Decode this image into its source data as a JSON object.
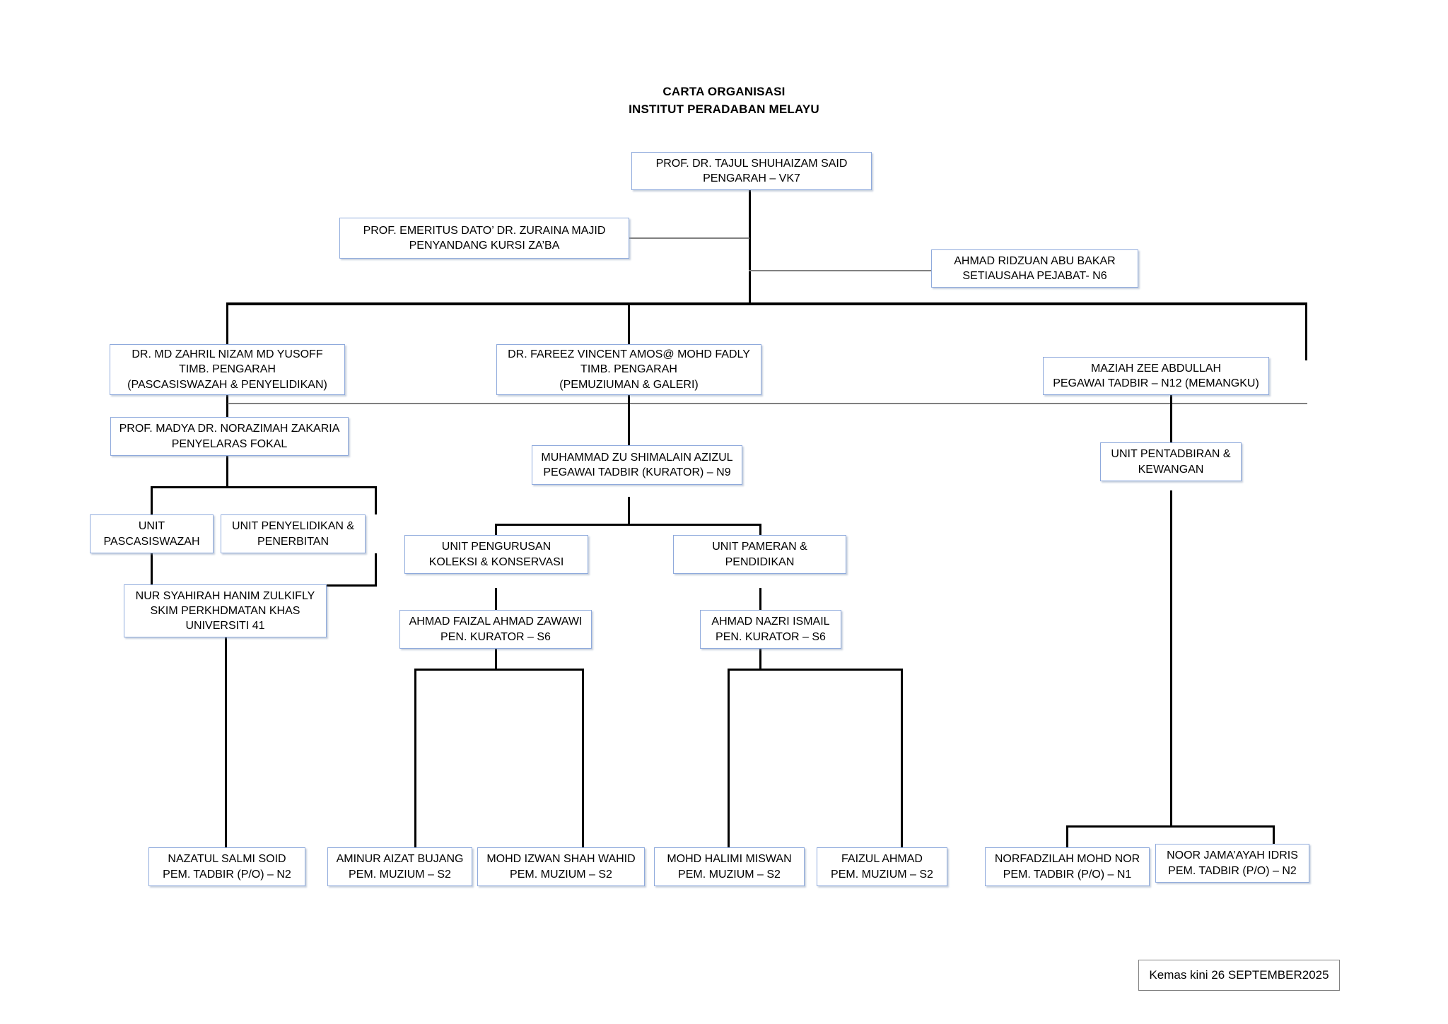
{
  "title": {
    "line1": "CARTA ORGANISASI",
    "line2": "INSTITUT PERADABAN MELAYU"
  },
  "nodes": {
    "director": {
      "name": "PROF. DR. TAJUL SHUHAIZAM SAID",
      "position": "PENGARAH – VK7"
    },
    "chair_zaba": {
      "name": "PROF. EMERITUS DATO’ DR. ZURAINA MAJID",
      "position": "PENYANDANG KURSI ZA’BA"
    },
    "office_secretary": {
      "name": "AHMAD RIDZUAN ABU BAKAR",
      "position": "SETIAUSAHA PEJABAT- N6"
    },
    "deputy_postgrad": {
      "name": "DR. MD ZAHRIL NIZAM MD YUSOFF",
      "position": "TIMB. PENGARAH",
      "scope": "(PASCASISWAZAH & PENYELIDIKAN)"
    },
    "deputy_museum": {
      "name": "DR. FAREEZ VINCENT AMOS@ MOHD FADLY",
      "position": "TIMB. PENGARAH",
      "scope": "(PEMUZIUMAN & GALERI)"
    },
    "admin_officer": {
      "name": "MAZIAH ZEE ABDULLAH",
      "position": "PEGAWAI TADBIR – N12 (MEMANGKU)"
    },
    "focal_coordinator": {
      "name": "PROF. MADYA DR. NORAZIMAH ZAKARIA",
      "position": "PENYELARAS FOKAL"
    },
    "unit_postgrad": {
      "line1": "UNIT",
      "line2": "PASCASISWAZAH"
    },
    "unit_research": {
      "line1": "UNIT PENYELIDIKAN &",
      "line2": "PENERBITAN"
    },
    "special_scheme": {
      "name": "NUR SYAHIRAH HANIM ZULKIFLY",
      "position": "SKIM PERKHDMATAN KHAS",
      "grade": "UNIVERSITI 41"
    },
    "curator": {
      "name": "MUHAMMAD ZU SHIMALAIN AZIZUL",
      "position": "PEGAWAI TADBIR (KURATOR) – N9"
    },
    "unit_collection": {
      "line1": "UNIT PENGURUSAN",
      "line2": "KOLEKSI & KONSERVASI"
    },
    "unit_exhibition": {
      "line1": "UNIT PAMERAN &",
      "line2": "PENDIDIKAN"
    },
    "assistant_curator_1": {
      "name": "AHMAD FAIZAL AHMAD ZAWAWI",
      "position": "PEN. KURATOR – S6"
    },
    "assistant_curator_2": {
      "name": "AHMAD NAZRI ISMAIL",
      "position": "PEN. KURATOR – S6"
    },
    "unit_admin_finance": {
      "line1": "UNIT PENTADBIRAN &",
      "line2": "KEWANGAN"
    },
    "staff_nazatul": {
      "name": "NAZATUL SALMI SOID",
      "position": "PEM. TADBIR (P/O) – N2"
    },
    "staff_aminur": {
      "name": "AMINUR AIZAT BUJANG",
      "position": "PEM. MUZIUM – S2"
    },
    "staff_izwan": {
      "name": "MOHD IZWAN SHAH WAHID",
      "position": "PEM. MUZIUM – S2"
    },
    "staff_halimi": {
      "name": "MOHD HALIMI MISWAN",
      "position": "PEM. MUZIUM – S2"
    },
    "staff_faizul": {
      "name": "FAIZUL AHMAD",
      "position": "PEM. MUZIUM – S2"
    },
    "staff_norfadzilah": {
      "name": "NORFADZILAH MOHD NOR",
      "position": "PEM. TADBIR (P/O) – N1"
    },
    "staff_noor": {
      "name": "NOOR JAMA’AYAH IDRIS",
      "position": "PEM. TADBIR (P/O) – N2"
    }
  },
  "footer": {
    "updated": "Kemas kini 26 SEPTEMBER2025"
  },
  "colors": {
    "box_border": "#8FAADC",
    "connector": "#000000",
    "connector_secondary": "#808080",
    "footer_border": "#808080",
    "text": "#000000",
    "background": "#ffffff"
  }
}
